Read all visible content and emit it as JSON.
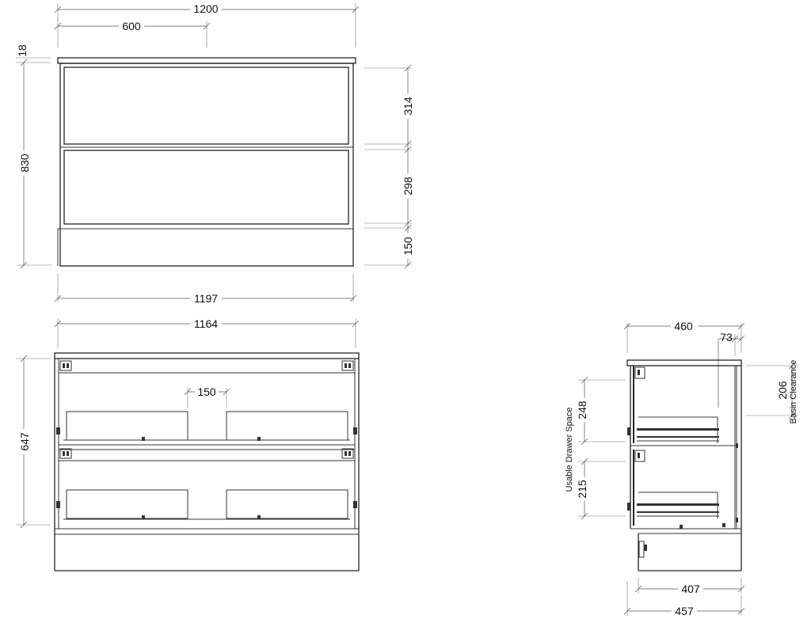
{
  "front_view": {
    "overall_width": "1200",
    "half_width": "600",
    "top_thickness": "18",
    "overall_height": "830",
    "drawer_top_height": "314",
    "drawer_bottom_height": "298",
    "kick_height": "150",
    "base_width": "1197"
  },
  "open_view": {
    "internal_width": "1164",
    "spacing": "150",
    "height": "647"
  },
  "side_view": {
    "depth": "460",
    "rear_offset": "73",
    "basin_clearance": "206",
    "basin_clearance_label": "Basin Clearance",
    "usable_space_label": "Usable Drawer Space",
    "usable_top": "248",
    "usable_bottom": "215",
    "drawer_depth": "407",
    "carcass_depth": "457"
  }
}
